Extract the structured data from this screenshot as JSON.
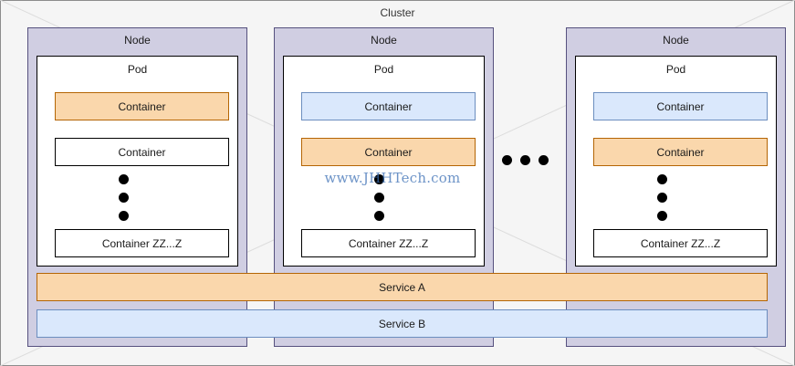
{
  "cluster": {
    "label": "Cluster"
  },
  "nodes": [
    {
      "label": "Node",
      "pod": {
        "label": "Pod",
        "containers": [
          {
            "label": "Container",
            "color": "#fad7ac"
          },
          {
            "label": "Container",
            "color": "#ffffff"
          },
          {
            "label": "Container ZZ...Z",
            "color": "#ffffff"
          }
        ]
      }
    },
    {
      "label": "Node",
      "pod": {
        "label": "Pod",
        "containers": [
          {
            "label": "Container",
            "color": "#dae8fc"
          },
          {
            "label": "Container",
            "color": "#fad7ac"
          },
          {
            "label": "Container ZZ...Z",
            "color": "#ffffff"
          }
        ]
      }
    },
    {
      "label": "Node",
      "pod": {
        "label": "Pod",
        "containers": [
          {
            "label": "Container",
            "color": "#dae8fc"
          },
          {
            "label": "Container",
            "color": "#fad7ac"
          },
          {
            "label": "Container ZZ...Z",
            "color": "#ffffff"
          }
        ]
      }
    }
  ],
  "services": [
    {
      "label": "Service A",
      "color": "#fad7ac"
    },
    {
      "label": "Service B",
      "color": "#dae8fc"
    }
  ],
  "watermark": "www.JHHTech.com",
  "colors": {
    "cluster_bg": "#f5f5f5",
    "node_bg": "#d0cee2",
    "orange": "#fad7ac",
    "blue": "#dae8fc"
  },
  "icons": {
    "ellipsis_vertical": "vertical-ellipsis-dots-icon",
    "ellipsis_horizontal": "horizontal-ellipsis-dots-icon"
  }
}
